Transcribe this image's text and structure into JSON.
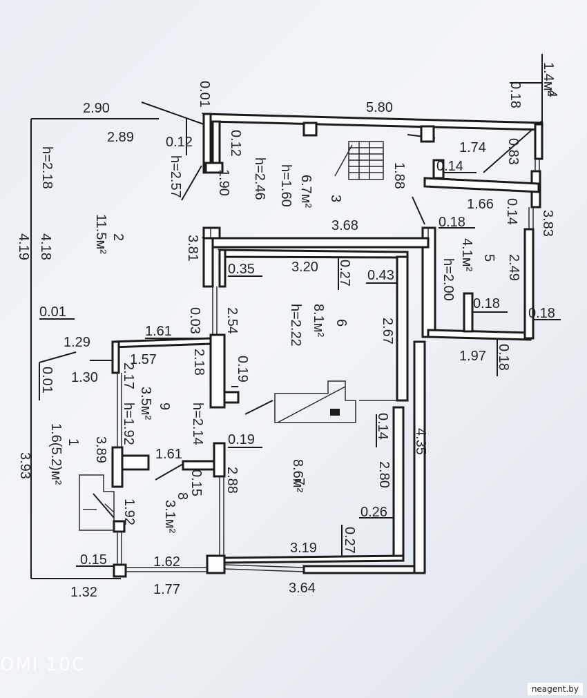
{
  "labels": [
    {
      "id": "d-2-90",
      "text": "2.90"
    },
    {
      "id": "d-2-89",
      "text": "2.89"
    },
    {
      "id": "d-0-01-top",
      "text": "0.01"
    },
    {
      "id": "d-0-12-a",
      "text": "0.12"
    },
    {
      "id": "d-0-12-b",
      "text": "0.12"
    },
    {
      "id": "d-5-80",
      "text": "5.80"
    },
    {
      "id": "d-0-18-top",
      "text": "0.18"
    },
    {
      "id": "room-4-num",
      "text": "4"
    },
    {
      "id": "room-4-area",
      "text": "1.4м²"
    },
    {
      "id": "d-h-2-57",
      "text": "h=2.57"
    },
    {
      "id": "d-1-90",
      "text": "1.90"
    },
    {
      "id": "d-h-2-46",
      "text": "h=2.46"
    },
    {
      "id": "room-3-area",
      "text": "6.7м²"
    },
    {
      "id": "d-h-1-60",
      "text": "h=1.60"
    },
    {
      "id": "room-3-num",
      "text": "3"
    },
    {
      "id": "d-1-74",
      "text": "1.74"
    },
    {
      "id": "d-0-83",
      "text": "0.83"
    },
    {
      "id": "d-0-14-a",
      "text": "0.14"
    },
    {
      "id": "d-1-88",
      "text": "1.88"
    },
    {
      "id": "d-1-66",
      "text": "1.66"
    },
    {
      "id": "d-0-14-b",
      "text": "0.14"
    },
    {
      "id": "d-3-83",
      "text": "3.83"
    },
    {
      "id": "d-h-2-18",
      "text": "h=2.18"
    },
    {
      "id": "room-2-num",
      "text": "2"
    },
    {
      "id": "room-2-area",
      "text": "11.5м²"
    },
    {
      "id": "d-4-19",
      "text": "4.19"
    },
    {
      "id": "d-4-18",
      "text": "4.18"
    },
    {
      "id": "d-3-81",
      "text": "3.81"
    },
    {
      "id": "d-3-68",
      "text": "3.68"
    },
    {
      "id": "d-0-18-b",
      "text": "0.18"
    },
    {
      "id": "room-5-area",
      "text": "4.1м²"
    },
    {
      "id": "room-5-num",
      "text": "5"
    },
    {
      "id": "d-2-49",
      "text": "2.49"
    },
    {
      "id": "d-h-2-00",
      "text": "h=2.00"
    },
    {
      "id": "d-0-18-c",
      "text": "0.18"
    },
    {
      "id": "d-0-18-d",
      "text": "0.18"
    },
    {
      "id": "d-0-35",
      "text": "0.35"
    },
    {
      "id": "d-3-20",
      "text": "3.20"
    },
    {
      "id": "d-0-27-a",
      "text": "0.27"
    },
    {
      "id": "d-0-43",
      "text": "0.43"
    },
    {
      "id": "room-6-num",
      "text": "6"
    },
    {
      "id": "room-6-area",
      "text": "8.1м²"
    },
    {
      "id": "d-h-2-22",
      "text": "h=2.22"
    },
    {
      "id": "d-2-67",
      "text": "2.67"
    },
    {
      "id": "d-0-01-mid",
      "text": "0.01"
    },
    {
      "id": "d-0-03",
      "text": "0.03"
    },
    {
      "id": "d-2-54",
      "text": "2.54"
    },
    {
      "id": "d-1-61-a",
      "text": "1.61"
    },
    {
      "id": "d-1-29",
      "text": "1.29"
    },
    {
      "id": "d-1-97",
      "text": "1.97"
    },
    {
      "id": "d-0-18-e",
      "text": "0.18"
    },
    {
      "id": "d-1-57",
      "text": "1.57"
    },
    {
      "id": "d-2-18",
      "text": "2.18"
    },
    {
      "id": "d-0-19-a",
      "text": "0.19"
    },
    {
      "id": "d-1-30",
      "text": "1.30"
    },
    {
      "id": "d-0-01-low",
      "text": "0.01"
    },
    {
      "id": "d-2-17",
      "text": "2.17"
    },
    {
      "id": "d-h-1-92",
      "text": "h=1.92"
    },
    {
      "id": "room-9-area",
      "text": "3.5м²"
    },
    {
      "id": "room-9-num",
      "text": "9"
    },
    {
      "id": "d-h-2-14",
      "text": "h=2.14"
    },
    {
      "id": "d-0-14-c",
      "text": "0.14"
    },
    {
      "id": "d-4-35",
      "text": "4.35"
    },
    {
      "id": "d-0-19-b",
      "text": "0.19"
    },
    {
      "id": "d-1-61-b",
      "text": "1.61"
    },
    {
      "id": "d-3-89",
      "text": "3.89"
    },
    {
      "id": "room-1-num",
      "text": "1"
    },
    {
      "id": "room-1-area",
      "text": "1.6(5.2)м²"
    },
    {
      "id": "d-2-80",
      "text": "2.80"
    },
    {
      "id": "room-7-num",
      "text": "7"
    },
    {
      "id": "room-7-area",
      "text": "8.6м²"
    },
    {
      "id": "d-0-15-a",
      "text": "0.15"
    },
    {
      "id": "room-8-num",
      "text": "8"
    },
    {
      "id": "room-8-area",
      "text": "3.1м²"
    },
    {
      "id": "d-2-88",
      "text": "2.88"
    },
    {
      "id": "d-3-93",
      "text": "3.93"
    },
    {
      "id": "d-1-92",
      "text": "1.92"
    },
    {
      "id": "d-0-26",
      "text": "0.26"
    },
    {
      "id": "d-0-27-b",
      "text": "0.27"
    },
    {
      "id": "d-3-19",
      "text": "3.19"
    },
    {
      "id": "d-0-15-b",
      "text": "0.15"
    },
    {
      "id": "d-1-62",
      "text": "1.62"
    },
    {
      "id": "d-1-32",
      "text": "1.32"
    },
    {
      "id": "d-1-77",
      "text": "1.77"
    },
    {
      "id": "d-3-64",
      "text": "3.64"
    }
  ],
  "watermark": "OMI 10C",
  "source": "neagent.by",
  "colors": {
    "ink": "#1b1b1b",
    "paper": "#fdfdfd"
  }
}
